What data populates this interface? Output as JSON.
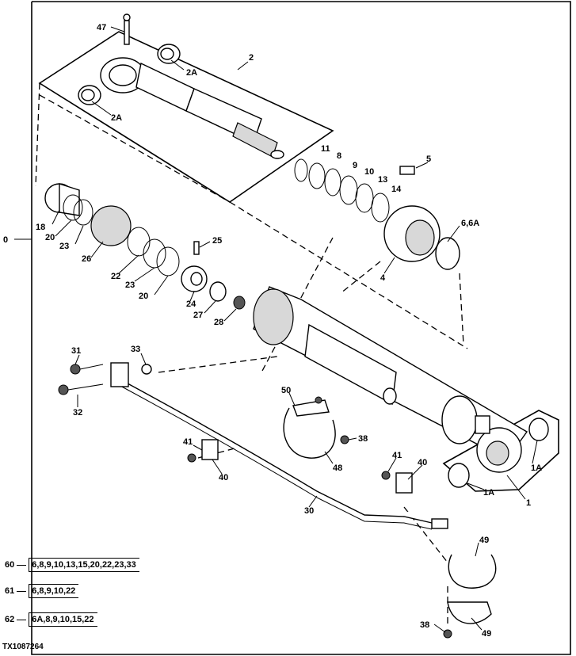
{
  "figure_id": "TX1087264",
  "callouts": {
    "c0": "0",
    "c1": "1",
    "c1a_1": "1A",
    "c1a_2": "1A",
    "c2": "2",
    "c2a_1": "2A",
    "c2a_2": "2A",
    "c4": "4",
    "c5": "5",
    "c6": "6,6A",
    "c8": "8",
    "c9": "9",
    "c10": "10",
    "c11": "11",
    "c13": "13",
    "c14": "14",
    "c18": "18",
    "c20a": "20",
    "c20b": "20",
    "c22": "22",
    "c23a": "23",
    "c23b": "23",
    "c24": "24",
    "c25": "25",
    "c26": "26",
    "c27": "27",
    "c28": "28",
    "c30": "30",
    "c31": "31",
    "c32": "32",
    "c33": "33",
    "c38a": "38",
    "c38b": "38",
    "c40a": "40",
    "c40b": "40",
    "c41a": "41",
    "c41b": "41",
    "c47": "47",
    "c48": "48",
    "c49a": "49",
    "c49b": "49",
    "c50": "50"
  },
  "kits": [
    {
      "number": "60",
      "contents": "6,8,9,10,13,15,20,22,23,33"
    },
    {
      "number": "61",
      "contents": "6,8,9,10,22"
    },
    {
      "number": "62",
      "contents": "6A,8,9,10,15,22"
    }
  ]
}
